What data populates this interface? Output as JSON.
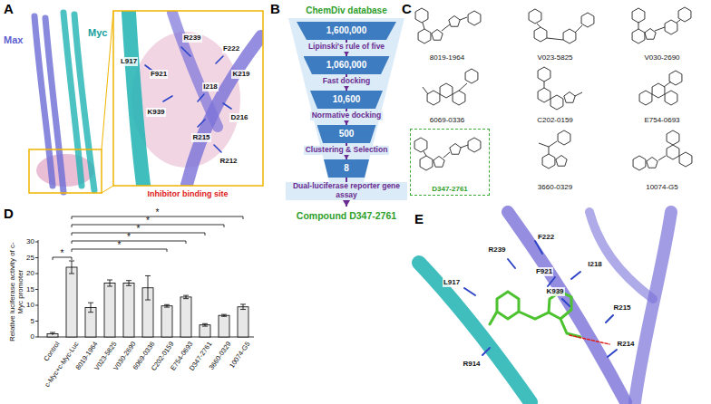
{
  "diagram": {
    "nodes": [
      {
        "text": [
          "1,600,000"
        ]
      },
      {
        "text": [
          "1,060,000"
        ]
      },
      {
        "text": [
          "10,600"
        ]
      },
      {
        "text": [
          "500"
        ]
      },
      {
        "text": [
          "8"
        ]
      },
      {
        "text": [
          "Compound D347-2761"
        ]
      },
      {
        "text": [
          "D347-2761"
        ]
      }
    ],
    "edges": [
      {
        "from": 0,
        "to": 1,
        "arrow": "to",
        "label": "Lipinski's rule of five"
      },
      {
        "from": 1,
        "to": 2,
        "arrow": "to",
        "label": "Fast docking"
      },
      {
        "from": 2,
        "to": 3,
        "arrow": "to",
        "label": "Normative docking"
      },
      {
        "from": 3,
        "to": 4,
        "arrow": "to",
        "label": "Clustering & Selection"
      },
      {
        "from": 4,
        "to": 5,
        "arrow": "to",
        "label": "Dual-luciferase reporter gene assay"
      }
    ],
    "labels": [
      "A",
      "Max",
      "Myc",
      "R239",
      "F222",
      "L917",
      "F921",
      "I218",
      "K219",
      "K939",
      "D216",
      "R215",
      "R212",
      "Inhibitor binding site",
      "B",
      "ChemDiv database",
      "C",
      "8019-1964",
      "V023-5825",
      "V030-2690",
      "6069-0336",
      "C202-0159",
      "E754-0693",
      "3660-0329",
      "10074-G5",
      "D",
      "0",
      "5",
      "10",
      "15",
      "20",
      "25",
      "30",
      "Relative luciferase activity of c-Myc promoter",
      "Control",
      "c-Myc+c-Myc-Luc",
      "8019-1964",
      "V023-5825",
      "V030-2690",
      "6069-0336",
      "C202-0159",
      "E754-0693",
      "D347-2761",
      "3660-0329",
      "10074-G5",
      "*",
      "*",
      "*",
      "*",
      "*",
      "*",
      "E",
      "F222",
      "R239",
      "I218",
      "F921",
      "L917",
      "K939",
      "R215",
      "R214",
      "R914"
    ]
  }
}
